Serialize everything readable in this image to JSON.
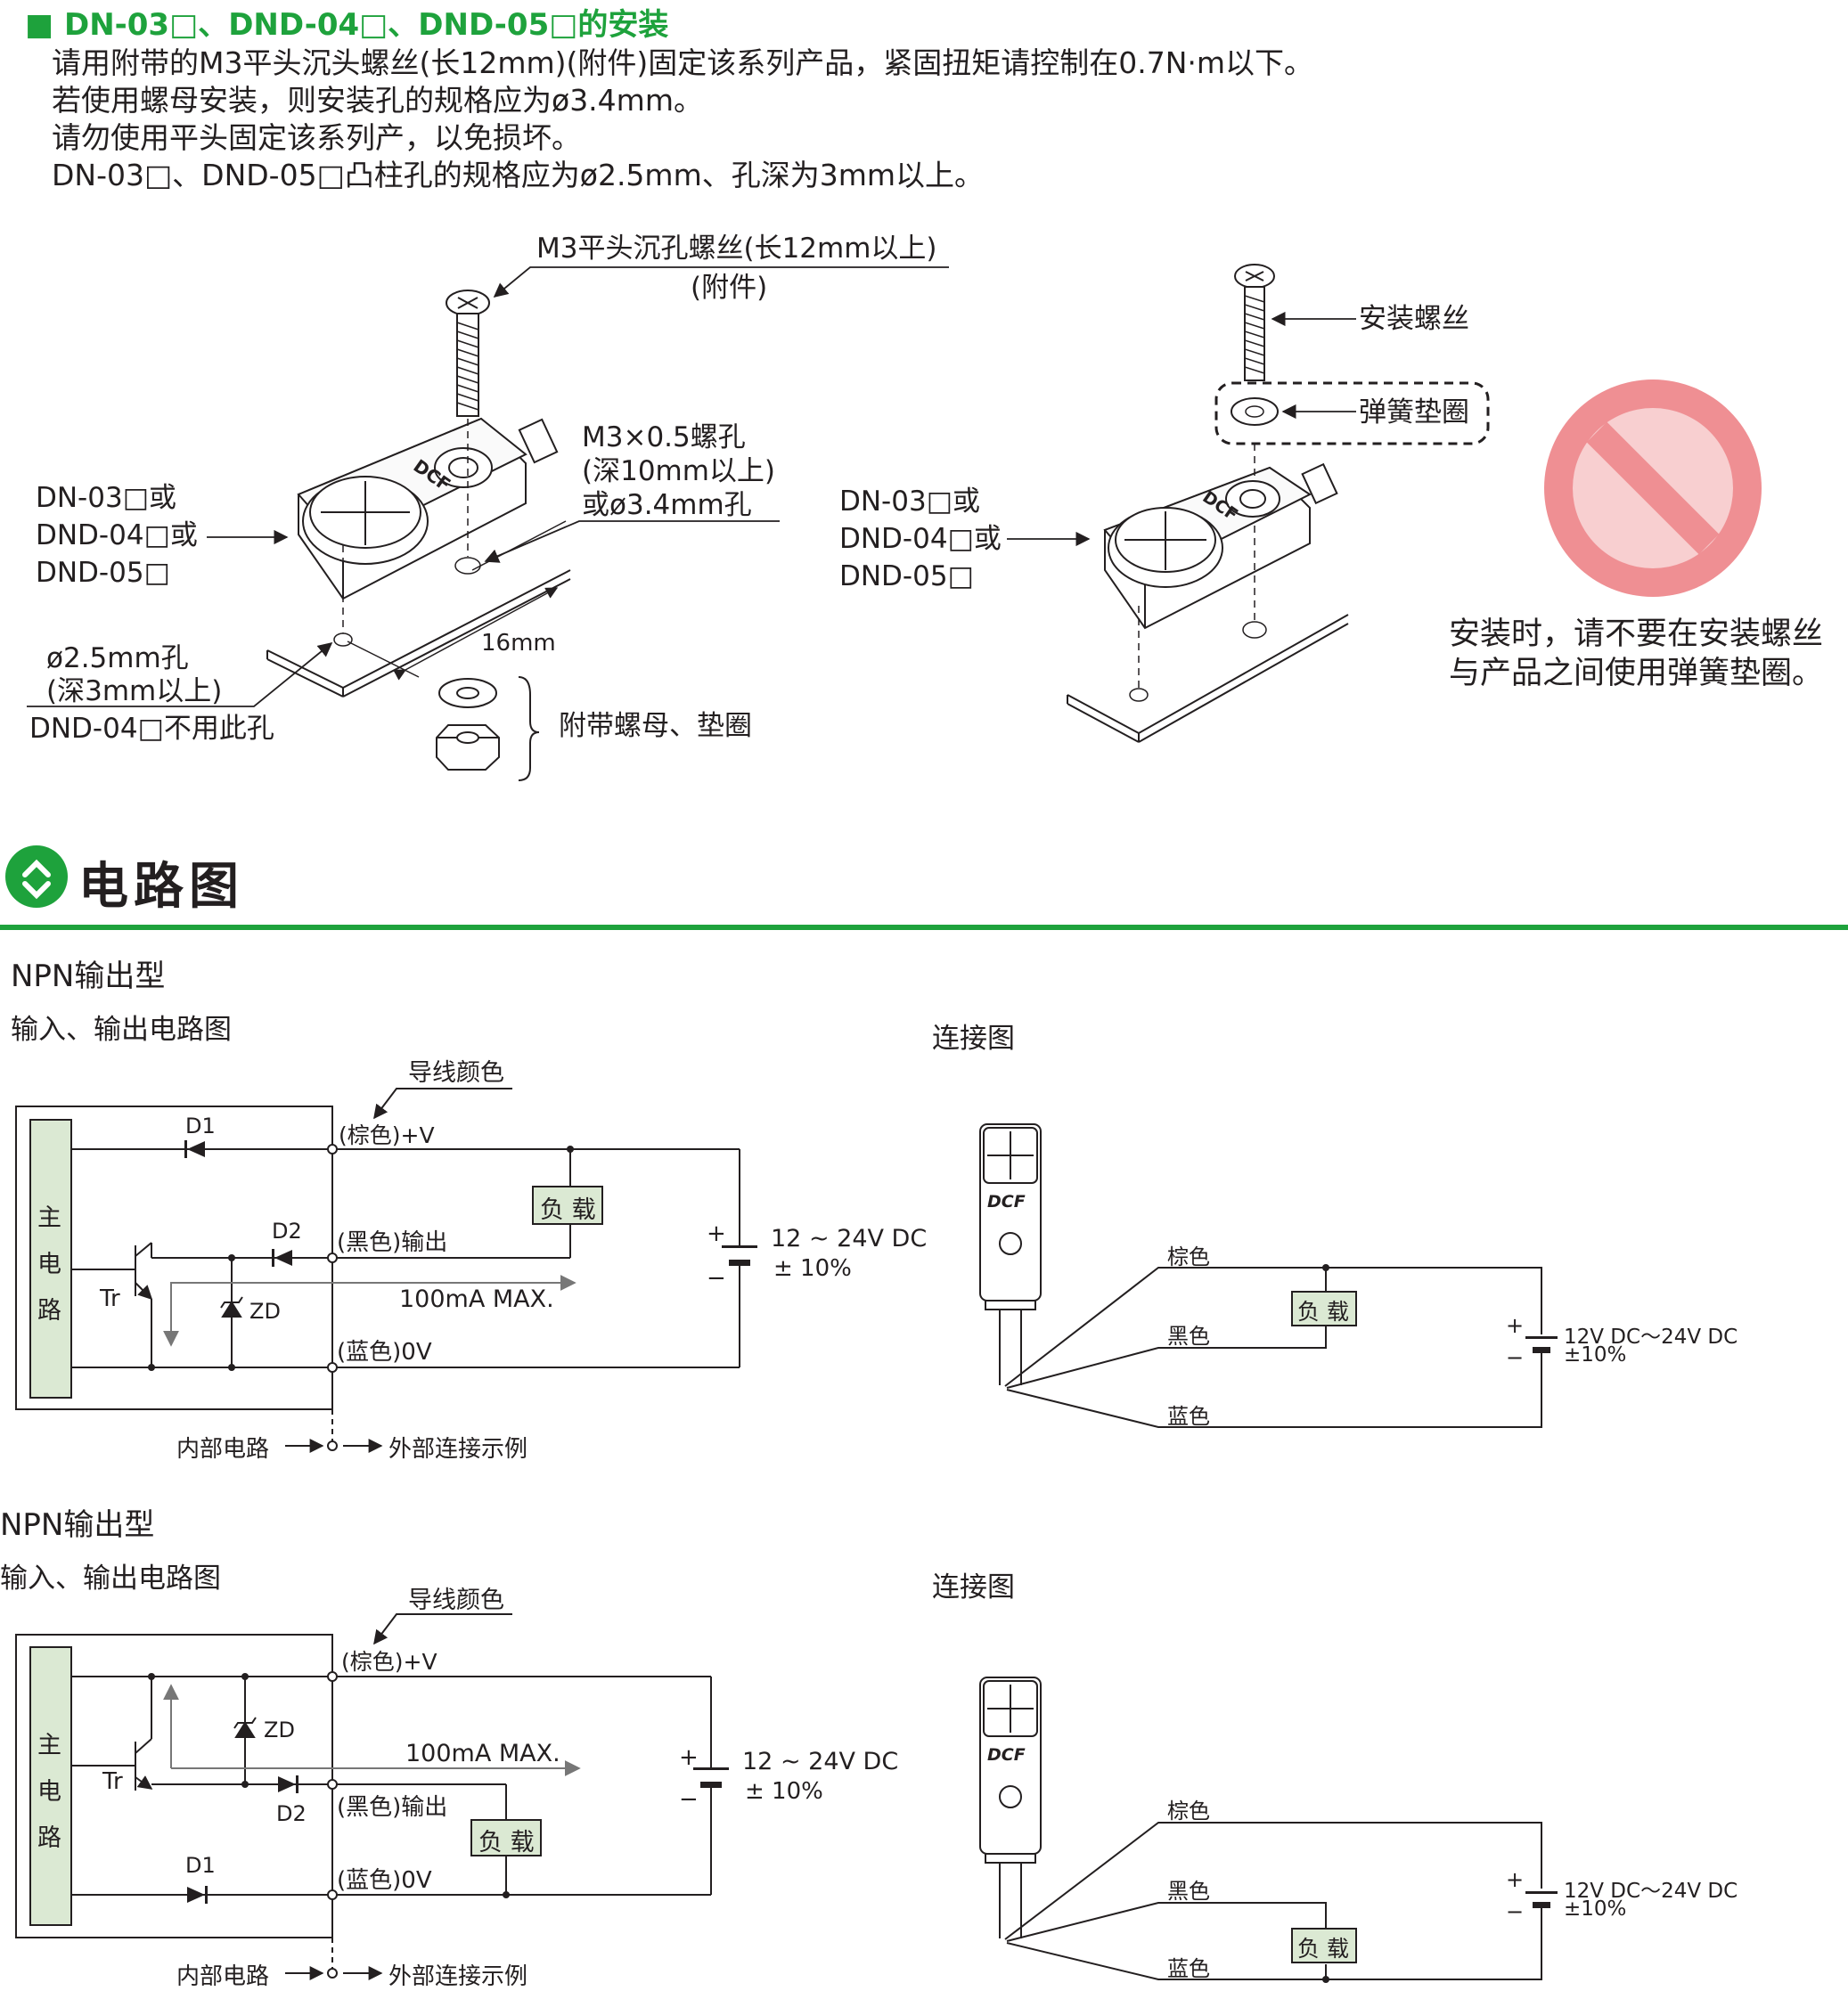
{
  "install": {
    "title": "DN-03□、DND-04□、DND-05□的安装",
    "lines": [
      "请用附带的M3平头沉头螺丝(长12mm)(附件)固定该系列产品，紧固扭矩请控制在0.7N·m以下。",
      "若使用螺母安装，则安装孔的规格应为ø3.4mm。",
      "请勿使用平头固定该系列产，以免损坏。",
      "DN-03□、DND-05□凸柱孔的规格应为ø2.5mm、孔深为3mm以上。"
    ],
    "left": {
      "screw_label": "M3平头沉孔螺丝(长12mm以上)",
      "screw_sub": "(附件)",
      "hole_label_1": "M3×0.5螺孔",
      "hole_label_2": "(深10mm以上)",
      "hole_label_3": "或ø3.4mm孔",
      "model_1": "DN-03□或",
      "model_2": "DND-04□或",
      "model_3": "DND-05□",
      "dist": "16mm",
      "pin_1": "ø2.5mm孔",
      "pin_2": "(深3mm以上)",
      "pin_3": "DND-04□不用此孔",
      "nut_label": "附带螺母、垫圈",
      "brand": "DCF"
    },
    "right": {
      "screw_label": "安装螺丝",
      "washer_label": "弹簧垫圈",
      "model_1": "DN-03□或",
      "model_2": "DND-04□或",
      "model_3": "DND-05□",
      "warning_1": "安装时，请不要在安装螺丝",
      "warning_2": "与产品之间使用弹簧垫圈。",
      "brand": "DCF"
    }
  },
  "circuit_section": {
    "title": "电路图"
  },
  "npn1": {
    "type_title": "NPN输出型",
    "sub_title": "输入、输出电路图",
    "conn_title": "连接图",
    "wire_color": "导线颜色",
    "main_circuit": [
      "主",
      "电",
      "路"
    ],
    "brown_v": "(棕色)+V",
    "black_out": "(黑色)输出",
    "blue_0v": "(蓝色)0V",
    "d1": "D1",
    "d2": "D2",
    "zd": "ZD",
    "tr": "Tr",
    "max": "100mA  MAX.",
    "load": "负 载",
    "supply": "12 ~ 24V DC",
    "tol": "± 10%",
    "plus": "+",
    "minus": "−",
    "inner": "内部电路",
    "outer": "外部连接示例",
    "conn": {
      "brown": "棕色",
      "black": "黑色",
      "blue": "蓝色",
      "load": "负 载",
      "supply": "12V DC～24V DC",
      "tol": "±10%",
      "brand": "DCF"
    }
  },
  "npn2": {
    "type_title": "NPN输出型",
    "sub_title": "输入、输出电路图",
    "conn_title": "连接图",
    "wire_color": "导线颜色",
    "main_circuit": [
      "主",
      "电",
      "路"
    ],
    "brown_v": "(棕色)+V",
    "black_out": "(黑色)输出",
    "blue_0v": "(蓝色)0V",
    "d1": "D1",
    "d2": "D2",
    "zd": "ZD",
    "tr": "Tr",
    "max": "100mA  MAX.",
    "load": "负 载",
    "supply": "12 ~ 24V DC",
    "tol": "± 10%",
    "plus": "+",
    "minus": "−",
    "inner": "内部电路",
    "outer": "外部连接示例",
    "conn": {
      "brown": "棕色",
      "black": "黑色",
      "blue": "蓝色",
      "load": "负 载",
      "supply": "12V DC～24V DC",
      "tol": "±10%",
      "brand": "DCF"
    }
  },
  "colors": {
    "accent_green": "#1ea23c",
    "panel_green": "#dbe9d3",
    "warning_red": "#ef8f93",
    "warning_inner": "#f8cfd0"
  }
}
